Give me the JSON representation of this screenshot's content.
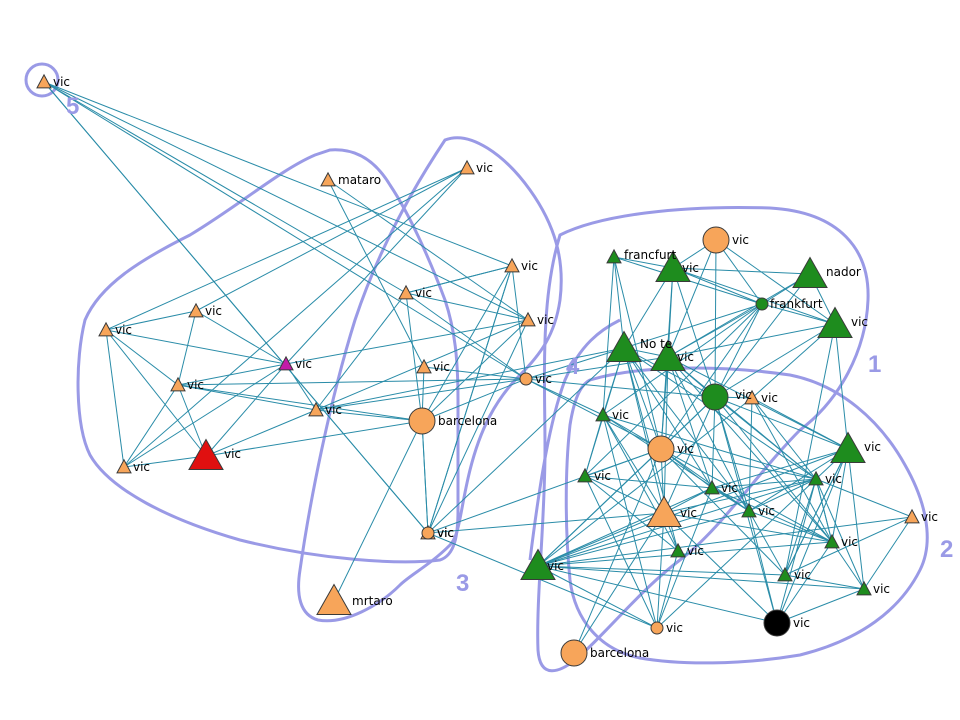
{
  "colors": {
    "orange": "#F7A55A",
    "green": "#1E8C1E",
    "magenta": "#C21BA8",
    "red": "#E01010",
    "black": "#000000",
    "edge": "#2A8CA8",
    "hull": "#9A9AE6",
    "cluster_label": "#9A9AE6",
    "background": "#FFFFFF"
  },
  "clusters": [
    {
      "id": "c1",
      "label": "1"
    },
    {
      "id": "c2",
      "label": "2"
    },
    {
      "id": "c3",
      "label": "3"
    },
    {
      "id": "c4",
      "label": "4"
    },
    {
      "id": "c5",
      "label": "5"
    }
  ],
  "nodes": [
    {
      "id": "n01",
      "label": "vic",
      "shape": "triangle",
      "size": "small",
      "color": "orange"
    },
    {
      "id": "n02",
      "label": "mataro",
      "shape": "triangle",
      "size": "small",
      "color": "orange"
    },
    {
      "id": "n03",
      "label": "vic",
      "shape": "triangle",
      "size": "small",
      "color": "orange"
    },
    {
      "id": "n04",
      "label": "vic",
      "shape": "triangle",
      "size": "small",
      "color": "orange"
    },
    {
      "id": "n05",
      "label": "vic",
      "shape": "triangle",
      "size": "small",
      "color": "orange"
    },
    {
      "id": "n06",
      "label": "vic",
      "shape": "triangle",
      "size": "small",
      "color": "orange"
    },
    {
      "id": "n07",
      "label": "vic",
      "shape": "triangle",
      "size": "small",
      "color": "magenta"
    },
    {
      "id": "n08",
      "label": "vic",
      "shape": "triangle",
      "size": "small",
      "color": "orange"
    },
    {
      "id": "n09",
      "label": "vic",
      "shape": "triangle",
      "size": "small",
      "color": "orange"
    },
    {
      "id": "n10",
      "label": "vic",
      "shape": "triangle",
      "size": "large",
      "color": "red"
    },
    {
      "id": "n11",
      "label": "vic",
      "shape": "triangle",
      "size": "small",
      "color": "orange"
    },
    {
      "id": "n12",
      "label": "vic",
      "shape": "triangle",
      "size": "small",
      "color": "orange"
    },
    {
      "id": "n13",
      "label": "vic",
      "shape": "triangle",
      "size": "small",
      "color": "orange"
    },
    {
      "id": "n14",
      "label": "vic",
      "shape": "triangle",
      "size": "small",
      "color": "orange"
    },
    {
      "id": "n15",
      "label": "vic",
      "shape": "triangle",
      "size": "small",
      "color": "orange"
    },
    {
      "id": "n16",
      "label": "barcelona",
      "shape": "circle",
      "size": "large",
      "color": "orange"
    },
    {
      "id": "n17",
      "label": "vic",
      "shape": "circle",
      "size": "small",
      "color": "orange"
    },
    {
      "id": "n18",
      "label": "vic",
      "shape": "circle",
      "size": "small",
      "color": "orange"
    },
    {
      "id": "n19",
      "label": "mrtaro",
      "shape": "triangle",
      "size": "large",
      "color": "orange"
    },
    {
      "id": "n20",
      "label": "francfurt",
      "shape": "triangle",
      "size": "small",
      "color": "green"
    },
    {
      "id": "n21",
      "label": "vic",
      "shape": "triangle",
      "size": "large",
      "color": "green"
    },
    {
      "id": "n22",
      "label": "vic",
      "shape": "circle",
      "size": "large",
      "color": "orange"
    },
    {
      "id": "n23",
      "label": "nador",
      "shape": "triangle",
      "size": "large",
      "color": "green"
    },
    {
      "id": "n24",
      "label": "frankfurt",
      "shape": "circle",
      "size": "small",
      "color": "green"
    },
    {
      "id": "n25",
      "label": "vic",
      "shape": "triangle",
      "size": "large",
      "color": "green"
    },
    {
      "id": "n26",
      "label": "No te",
      "shape": "triangle",
      "size": "large",
      "color": "green"
    },
    {
      "id": "n27",
      "label": "vic",
      "shape": "triangle",
      "size": "large",
      "color": "green"
    },
    {
      "id": "n28",
      "label": "vic",
      "shape": "circle",
      "size": "large",
      "color": "green"
    },
    {
      "id": "n29",
      "label": "vic",
      "shape": "triangle",
      "size": "small",
      "color": "orange"
    },
    {
      "id": "n30",
      "label": "vic",
      "shape": "triangle",
      "size": "small",
      "color": "green"
    },
    {
      "id": "n31",
      "label": "vic",
      "shape": "circle",
      "size": "large",
      "color": "orange"
    },
    {
      "id": "n32",
      "label": "vic",
      "shape": "triangle",
      "size": "small",
      "color": "green"
    },
    {
      "id": "n33",
      "label": "vic",
      "shape": "triangle",
      "size": "small",
      "color": "green"
    },
    {
      "id": "n34",
      "label": "vic",
      "shape": "triangle",
      "size": "small",
      "color": "green"
    },
    {
      "id": "n35",
      "label": "vic",
      "shape": "triangle",
      "size": "large",
      "color": "orange"
    },
    {
      "id": "n36",
      "label": "vic",
      "shape": "triangle",
      "size": "small",
      "color": "green"
    },
    {
      "id": "n37",
      "label": "vic",
      "shape": "triangle",
      "size": "large",
      "color": "green"
    },
    {
      "id": "n38",
      "label": "vic",
      "shape": "triangle",
      "size": "small",
      "color": "green"
    },
    {
      "id": "n39",
      "label": "vic",
      "shape": "triangle",
      "size": "small",
      "color": "green"
    },
    {
      "id": "n40",
      "label": "vic",
      "shape": "triangle",
      "size": "small",
      "color": "orange"
    },
    {
      "id": "n41",
      "label": "vic",
      "shape": "triangle",
      "size": "small",
      "color": "green"
    },
    {
      "id": "n42",
      "label": "vic",
      "shape": "triangle",
      "size": "large",
      "color": "green"
    },
    {
      "id": "n43",
      "label": "vic",
      "shape": "triangle",
      "size": "small",
      "color": "green"
    },
    {
      "id": "n44",
      "label": "vic",
      "shape": "circle",
      "size": "small",
      "color": "orange"
    },
    {
      "id": "n45",
      "label": "vic",
      "shape": "circle",
      "size": "large",
      "color": "black"
    },
    {
      "id": "n46",
      "label": "barcelona",
      "shape": "circle",
      "size": "large",
      "color": "orange"
    }
  ],
  "edges": [
    [
      "n03",
      "n05"
    ],
    [
      "n03",
      "n06"
    ],
    [
      "n03",
      "n09"
    ],
    [
      "n03",
      "n07"
    ],
    [
      "n05",
      "n06"
    ],
    [
      "n05",
      "n08"
    ],
    [
      "n05",
      "n07"
    ],
    [
      "n06",
      "n07"
    ],
    [
      "n06",
      "n10"
    ],
    [
      "n06",
      "n08"
    ],
    [
      "n06",
      "n09"
    ],
    [
      "n08",
      "n07"
    ],
    [
      "n08",
      "n10"
    ],
    [
      "n08",
      "n09"
    ],
    [
      "n09",
      "n10"
    ],
    [
      "n09",
      "n07"
    ],
    [
      "n07",
      "n10"
    ],
    [
      "n07",
      "n12"
    ],
    [
      "n07",
      "n13"
    ],
    [
      "n08",
      "n13"
    ],
    [
      "n10",
      "n13"
    ],
    [
      "n10",
      "n16"
    ],
    [
      "n08",
      "n17"
    ],
    [
      "n08",
      "n16"
    ],
    [
      "n02",
      "n12"
    ],
    [
      "n02",
      "n14"
    ],
    [
      "n01",
      "n04"
    ],
    [
      "n01",
      "n12"
    ],
    [
      "n01",
      "n11"
    ],
    [
      "n01",
      "n18"
    ],
    [
      "n01",
      "n17"
    ],
    [
      "n01",
      "n15"
    ],
    [
      "n04",
      "n11"
    ],
    [
      "n04",
      "n15"
    ],
    [
      "n04",
      "n17"
    ],
    [
      "n04",
      "n18"
    ],
    [
      "n04",
      "n16"
    ],
    [
      "n11",
      "n04"
    ],
    [
      "n11",
      "n16"
    ],
    [
      "n11",
      "n13"
    ],
    [
      "n11",
      "n17"
    ],
    [
      "n12",
      "n13"
    ],
    [
      "n12",
      "n16"
    ],
    [
      "n12",
      "n18"
    ],
    [
      "n12",
      "n11"
    ],
    [
      "n13",
      "n16"
    ],
    [
      "n13",
      "n17"
    ],
    [
      "n14",
      "n16"
    ],
    [
      "n14",
      "n17"
    ],
    [
      "n16",
      "n17"
    ],
    [
      "n16",
      "n18"
    ],
    [
      "n16",
      "n19"
    ],
    [
      "n15",
      "n16"
    ],
    [
      "n15",
      "n18"
    ],
    [
      "n18",
      "n35"
    ],
    [
      "n18",
      "n44"
    ],
    [
      "n17",
      "n26"
    ],
    [
      "n17",
      "n28"
    ],
    [
      "n17",
      "n30"
    ],
    [
      "n17",
      "n31"
    ],
    [
      "n17",
      "n27"
    ],
    [
      "n15",
      "n26"
    ],
    [
      "n15",
      "n31"
    ],
    [
      "n20",
      "n21"
    ],
    [
      "n20",
      "n26"
    ],
    [
      "n20",
      "n24"
    ],
    [
      "n20",
      "n30"
    ],
    [
      "n20",
      "n31"
    ],
    [
      "n21",
      "n22"
    ],
    [
      "n21",
      "n23"
    ],
    [
      "n21",
      "n24"
    ],
    [
      "n21",
      "n26"
    ],
    [
      "n21",
      "n27"
    ],
    [
      "n21",
      "n28"
    ],
    [
      "n21",
      "n25"
    ],
    [
      "n22",
      "n24"
    ],
    [
      "n22",
      "n27"
    ],
    [
      "n22",
      "n28"
    ],
    [
      "n23",
      "n24"
    ],
    [
      "n23",
      "n25"
    ],
    [
      "n23",
      "n27"
    ],
    [
      "n24",
      "n25"
    ],
    [
      "n24",
      "n26"
    ],
    [
      "n24",
      "n27"
    ],
    [
      "n24",
      "n28"
    ],
    [
      "n24",
      "n30"
    ],
    [
      "n24",
      "n31"
    ],
    [
      "n24",
      "n32"
    ],
    [
      "n25",
      "n27"
    ],
    [
      "n25",
      "n28"
    ],
    [
      "n25",
      "n29"
    ],
    [
      "n25",
      "n37"
    ],
    [
      "n25",
      "n39"
    ],
    [
      "n26",
      "n27"
    ],
    [
      "n26",
      "n28"
    ],
    [
      "n26",
      "n30"
    ],
    [
      "n26",
      "n31"
    ],
    [
      "n26",
      "n32"
    ],
    [
      "n26",
      "n33"
    ],
    [
      "n26",
      "n35"
    ],
    [
      "n26",
      "n36"
    ],
    [
      "n26",
      "n41"
    ],
    [
      "n27",
      "n28"
    ],
    [
      "n27",
      "n31"
    ],
    [
      "n27",
      "n33"
    ],
    [
      "n27",
      "n34"
    ],
    [
      "n27",
      "n35"
    ],
    [
      "n27",
      "n36"
    ],
    [
      "n27",
      "n37"
    ],
    [
      "n28",
      "n29"
    ],
    [
      "n28",
      "n31"
    ],
    [
      "n28",
      "n33"
    ],
    [
      "n28",
      "n34"
    ],
    [
      "n28",
      "n35"
    ],
    [
      "n28",
      "n36"
    ],
    [
      "n28",
      "n37"
    ],
    [
      "n28",
      "n38"
    ],
    [
      "n28",
      "n42"
    ],
    [
      "n28",
      "n45"
    ],
    [
      "n29",
      "n34"
    ],
    [
      "n29",
      "n36"
    ],
    [
      "n29",
      "n37"
    ],
    [
      "n29",
      "n38"
    ],
    [
      "n30",
      "n31"
    ],
    [
      "n30",
      "n32"
    ],
    [
      "n30",
      "n34"
    ],
    [
      "n30",
      "n35"
    ],
    [
      "n30",
      "n41"
    ],
    [
      "n30",
      "n44"
    ],
    [
      "n31",
      "n32"
    ],
    [
      "n31",
      "n33"
    ],
    [
      "n31",
      "n34"
    ],
    [
      "n31",
      "n35"
    ],
    [
      "n31",
      "n36"
    ],
    [
      "n31",
      "n38"
    ],
    [
      "n31",
      "n39"
    ],
    [
      "n31",
      "n42"
    ],
    [
      "n31",
      "n46"
    ],
    [
      "n32",
      "n35"
    ],
    [
      "n32",
      "n41"
    ],
    [
      "n32",
      "n44"
    ],
    [
      "n33",
      "n34"
    ],
    [
      "n33",
      "n35"
    ],
    [
      "n33",
      "n36"
    ],
    [
      "n33",
      "n37"
    ],
    [
      "n33",
      "n38"
    ],
    [
      "n33",
      "n42"
    ],
    [
      "n34",
      "n36"
    ],
    [
      "n34",
      "n37"
    ],
    [
      "n34",
      "n38"
    ],
    [
      "n34",
      "n39"
    ],
    [
      "n34",
      "n42"
    ],
    [
      "n34",
      "n45"
    ],
    [
      "n35",
      "n36"
    ],
    [
      "n35",
      "n38"
    ],
    [
      "n35",
      "n42"
    ],
    [
      "n35",
      "n45"
    ],
    [
      "n35",
      "n46"
    ],
    [
      "n35",
      "n44"
    ],
    [
      "n36",
      "n37"
    ],
    [
      "n36",
      "n38"
    ],
    [
      "n36",
      "n39"
    ],
    [
      "n36",
      "n40"
    ],
    [
      "n36",
      "n42"
    ],
    [
      "n36",
      "n43"
    ],
    [
      "n36",
      "n45"
    ],
    [
      "n37",
      "n38"
    ],
    [
      "n37",
      "n39"
    ],
    [
      "n37",
      "n42"
    ],
    [
      "n37",
      "n43"
    ],
    [
      "n37",
      "n45"
    ],
    [
      "n38",
      "n42"
    ],
    [
      "n38",
      "n43"
    ],
    [
      "n38",
      "n45"
    ],
    [
      "n38",
      "n36"
    ],
    [
      "n39",
      "n42"
    ],
    [
      "n39",
      "n43"
    ],
    [
      "n39",
      "n40"
    ],
    [
      "n39",
      "n37"
    ],
    [
      "n40",
      "n42"
    ],
    [
      "n40",
      "n43"
    ],
    [
      "n41",
      "n44"
    ],
    [
      "n41",
      "n35"
    ],
    [
      "n42",
      "n43"
    ],
    [
      "n42",
      "n45"
    ],
    [
      "n42",
      "n44"
    ],
    [
      "n43",
      "n45"
    ],
    [
      "n44",
      "n36"
    ],
    [
      "n22",
      "n25"
    ],
    [
      "n23",
      "n28"
    ],
    [
      "n21",
      "n31"
    ],
    [
      "n26",
      "n34"
    ],
    [
      "n27",
      "n38"
    ],
    [
      "n30",
      "n36"
    ],
    [
      "n32",
      "n33"
    ],
    [
      "n33",
      "n44"
    ],
    [
      "n29",
      "n42"
    ],
    [
      "n13",
      "n26"
    ]
  ]
}
